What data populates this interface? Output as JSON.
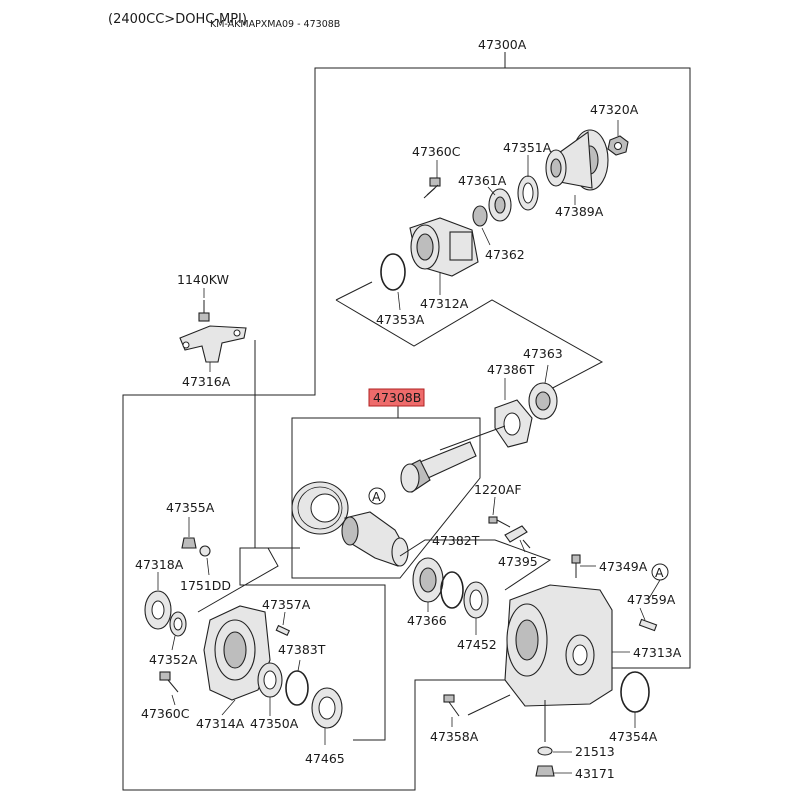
{
  "header": {
    "engine": "(2400CC>DOHC-MPI)",
    "reference": "KM-AKMAPXMA09 - 47308B"
  },
  "diagram": {
    "assembly_label": "47300A",
    "highlighted_part": "47308B",
    "callout_marker": "A",
    "parts": [
      {
        "key": "p47320A",
        "number": "47320A"
      },
      {
        "key": "p47360C_top",
        "number": "47360C"
      },
      {
        "key": "p47351A",
        "number": "47351A"
      },
      {
        "key": "p47361A",
        "number": "47361A"
      },
      {
        "key": "p47389A",
        "number": "47389A"
      },
      {
        "key": "p47362",
        "number": "47362"
      },
      {
        "key": "p47353A",
        "number": "47353A"
      },
      {
        "key": "p47312A",
        "number": "47312A"
      },
      {
        "key": "p1140KW",
        "number": "1140KW"
      },
      {
        "key": "p47316A",
        "number": "47316A"
      },
      {
        "key": "p47363",
        "number": "47363"
      },
      {
        "key": "p47386T",
        "number": "47386T"
      },
      {
        "key": "p1220AF",
        "number": "1220AF"
      },
      {
        "key": "p47355A",
        "number": "47355A"
      },
      {
        "key": "p47382T",
        "number": "47382T"
      },
      {
        "key": "p47395",
        "number": "47395"
      },
      {
        "key": "p47318A",
        "number": "47318A"
      },
      {
        "key": "p1751DD",
        "number": "1751DD"
      },
      {
        "key": "p47349A",
        "number": "47349A"
      },
      {
        "key": "p47357A",
        "number": "47357A"
      },
      {
        "key": "p47359A",
        "number": "47359A"
      },
      {
        "key": "p47366",
        "number": "47366"
      },
      {
        "key": "p47452",
        "number": "47452"
      },
      {
        "key": "p47352A",
        "number": "47352A"
      },
      {
        "key": "p47383T",
        "number": "47383T"
      },
      {
        "key": "p47313A",
        "number": "47313A"
      },
      {
        "key": "p47360C_bottom",
        "number": "47360C"
      },
      {
        "key": "p47314A",
        "number": "47314A"
      },
      {
        "key": "p47350A",
        "number": "47350A"
      },
      {
        "key": "p47354A",
        "number": "47354A"
      },
      {
        "key": "p47358A",
        "number": "47358A"
      },
      {
        "key": "p21513",
        "number": "21513"
      },
      {
        "key": "p47465",
        "number": "47465"
      },
      {
        "key": "p43171",
        "number": "43171"
      }
    ]
  }
}
